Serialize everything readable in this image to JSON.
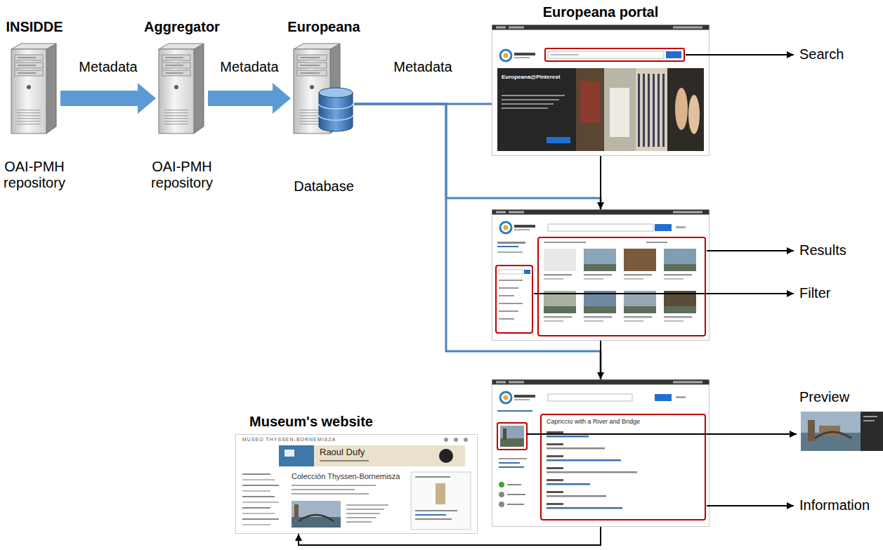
{
  "diagram": {
    "nodes": [
      {
        "text": [
          "INSIDDE",
          "OAI-PMH repository"
        ]
      },
      {
        "text": [
          "Aggregator",
          "OAI-PMH repository"
        ]
      },
      {
        "text": [
          "Europeana",
          "Database"
        ]
      },
      {
        "text": [
          "Europeana portal",
          "Europeana@Pinterest"
        ]
      },
      {
        "text": []
      },
      {
        "text": [
          "Capriccio with a River and Bridge"
        ]
      },
      {
        "text": [
          "Museum's website",
          "MUSEO THYSSEN-BORNEMISZA",
          "Raoul Dufy",
          "Colección Thyssen-Bornemisza"
        ]
      }
    ],
    "edges": [
      {
        "from": 0,
        "to": 1,
        "label": "Metadata",
        "arrow": "to"
      },
      {
        "from": 1,
        "to": 2,
        "label": "Metadata",
        "arrow": "to"
      },
      {
        "from": 2,
        "to": 3,
        "label": "Metadata",
        "arrow": "none"
      },
      {
        "from": 2,
        "to": 4,
        "arrow": "none"
      },
      {
        "from": 2,
        "to": 5,
        "arrow": "none"
      },
      {
        "from": 3,
        "to": 4,
        "arrow": "to"
      },
      {
        "from": 4,
        "to": 5,
        "arrow": "to"
      },
      {
        "from": 5,
        "to": 6,
        "arrow": "to"
      }
    ],
    "labels": [
      "Search",
      "Results",
      "Filter",
      "Preview",
      "Information"
    ]
  }
}
